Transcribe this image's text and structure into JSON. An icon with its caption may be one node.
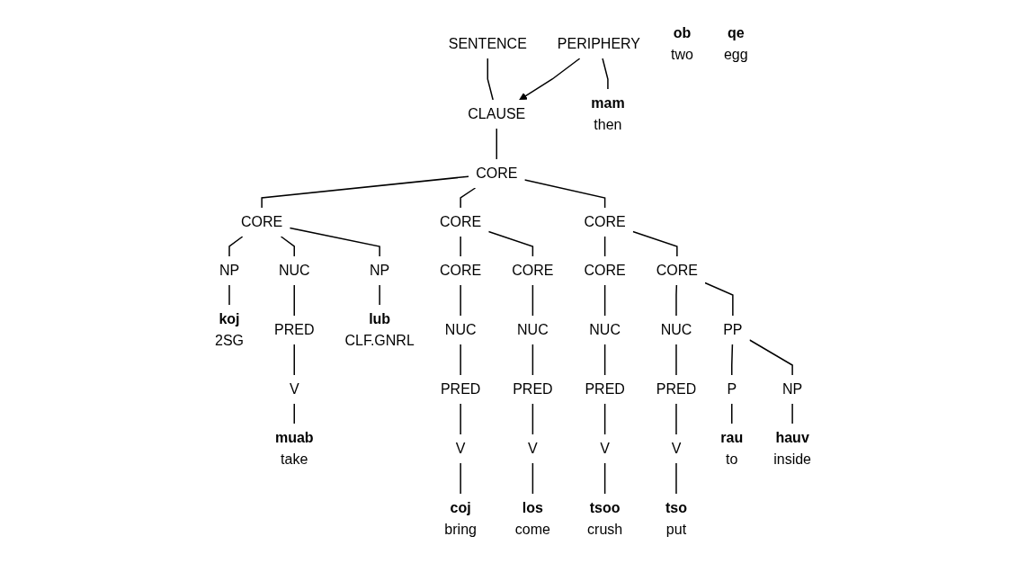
{
  "diagram": {
    "nodes": [
      {
        "text": [
          "SENTENCE"
        ]
      },
      {
        "text": [
          "PERIPHERY"
        ]
      },
      {
        "text": [
          "CLAUSE"
        ]
      },
      {
        "text": [
          "CORE"
        ]
      },
      {
        "text": [
          "CORE"
        ]
      },
      {
        "text": [
          "CORE"
        ]
      },
      {
        "text": [
          "CORE"
        ]
      },
      {
        "text": [
          "NP"
        ]
      },
      {
        "text": [
          "NUC"
        ]
      },
      {
        "text": [
          "NP"
        ]
      },
      {
        "text": [
          "CORE"
        ]
      },
      {
        "text": [
          "CORE"
        ]
      },
      {
        "text": [
          "CORE"
        ]
      },
      {
        "text": [
          "CORE"
        ]
      },
      {
        "text": [
          "PRED"
        ]
      },
      {
        "text": [
          "NUC"
        ]
      },
      {
        "text": [
          "NUC"
        ]
      },
      {
        "text": [
          "NUC"
        ]
      },
      {
        "text": [
          "NUC"
        ]
      },
      {
        "text": [
          "PP"
        ]
      },
      {
        "text": [
          "V"
        ]
      },
      {
        "text": [
          "PRED"
        ]
      },
      {
        "text": [
          "PRED"
        ]
      },
      {
        "text": [
          "PRED"
        ]
      },
      {
        "text": [
          "PRED"
        ]
      },
      {
        "text": [
          "P"
        ]
      },
      {
        "text": [
          "NP"
        ]
      },
      {
        "text": [
          "V"
        ]
      },
      {
        "text": [
          "V"
        ]
      },
      {
        "text": [
          "V"
        ]
      },
      {
        "text": [
          "V"
        ]
      },
      {
        "text": [
          "koj",
          "2SG"
        ]
      },
      {
        "text": [
          "mam",
          "then"
        ]
      },
      {
        "text": [
          "muab",
          "take"
        ]
      },
      {
        "text": [
          "ob",
          "two"
        ]
      },
      {
        "text": [
          "lub",
          "CLF.GNRL"
        ]
      },
      {
        "text": [
          "qe",
          "egg"
        ]
      },
      {
        "text": [
          "coj",
          "bring"
        ]
      },
      {
        "text": [
          "los",
          "come"
        ]
      },
      {
        "text": [
          "tsoo",
          "crush"
        ]
      },
      {
        "text": [
          "tso",
          "put"
        ]
      },
      {
        "text": [
          "rau",
          "to"
        ]
      },
      {
        "text": [
          "hauv",
          "inside"
        ]
      }
    ],
    "edges": [
      {
        "from": 0,
        "to": 2,
        "arrow": "none"
      },
      {
        "from": 1,
        "to": 2,
        "arrow": "to"
      },
      {
        "from": 1,
        "to": 32,
        "arrow": "none"
      },
      {
        "from": 2,
        "to": 3,
        "arrow": "none"
      },
      {
        "from": 3,
        "to": 4,
        "arrow": "none"
      },
      {
        "from": 3,
        "to": 5,
        "arrow": "none"
      },
      {
        "from": 3,
        "to": 6,
        "arrow": "none"
      },
      {
        "from": 4,
        "to": 7,
        "arrow": "none"
      },
      {
        "from": 4,
        "to": 8,
        "arrow": "none"
      },
      {
        "from": 4,
        "to": 9,
        "arrow": "none"
      },
      {
        "from": 5,
        "to": 10,
        "arrow": "none"
      },
      {
        "from": 5,
        "to": 11,
        "arrow": "none"
      },
      {
        "from": 6,
        "to": 12,
        "arrow": "none"
      },
      {
        "from": 6,
        "to": 13,
        "arrow": "none"
      },
      {
        "from": 7,
        "to": 31,
        "arrow": "none"
      },
      {
        "from": 8,
        "to": 14,
        "arrow": "none"
      },
      {
        "from": 9,
        "to": 35,
        "arrow": "none"
      },
      {
        "from": 10,
        "to": 15,
        "arrow": "none"
      },
      {
        "from": 11,
        "to": 16,
        "arrow": "none"
      },
      {
        "from": 12,
        "to": 17,
        "arrow": "none"
      },
      {
        "from": 13,
        "to": 18,
        "arrow": "none"
      },
      {
        "from": 13,
        "to": 19,
        "arrow": "none"
      },
      {
        "from": 14,
        "to": 20,
        "arrow": "none"
      },
      {
        "from": 15,
        "to": 21,
        "arrow": "none"
      },
      {
        "from": 16,
        "to": 22,
        "arrow": "none"
      },
      {
        "from": 17,
        "to": 23,
        "arrow": "none"
      },
      {
        "from": 18,
        "to": 24,
        "arrow": "none"
      },
      {
        "from": 19,
        "to": 25,
        "arrow": "none"
      },
      {
        "from": 19,
        "to": 26,
        "arrow": "none"
      },
      {
        "from": 20,
        "to": 33,
        "arrow": "none"
      },
      {
        "from": 21,
        "to": 27,
        "arrow": "none"
      },
      {
        "from": 22,
        "to": 28,
        "arrow": "none"
      },
      {
        "from": 23,
        "to": 29,
        "arrow": "none"
      },
      {
        "from": 24,
        "to": 30,
        "arrow": "none"
      },
      {
        "from": 25,
        "to": 41,
        "arrow": "none"
      },
      {
        "from": 26,
        "to": 42,
        "arrow": "none"
      },
      {
        "from": 27,
        "to": 37,
        "arrow": "none"
      },
      {
        "from": 28,
        "to": 38,
        "arrow": "none"
      },
      {
        "from": 29,
        "to": 39,
        "arrow": "none"
      },
      {
        "from": 30,
        "to": 40,
        "arrow": "none"
      }
    ]
  }
}
